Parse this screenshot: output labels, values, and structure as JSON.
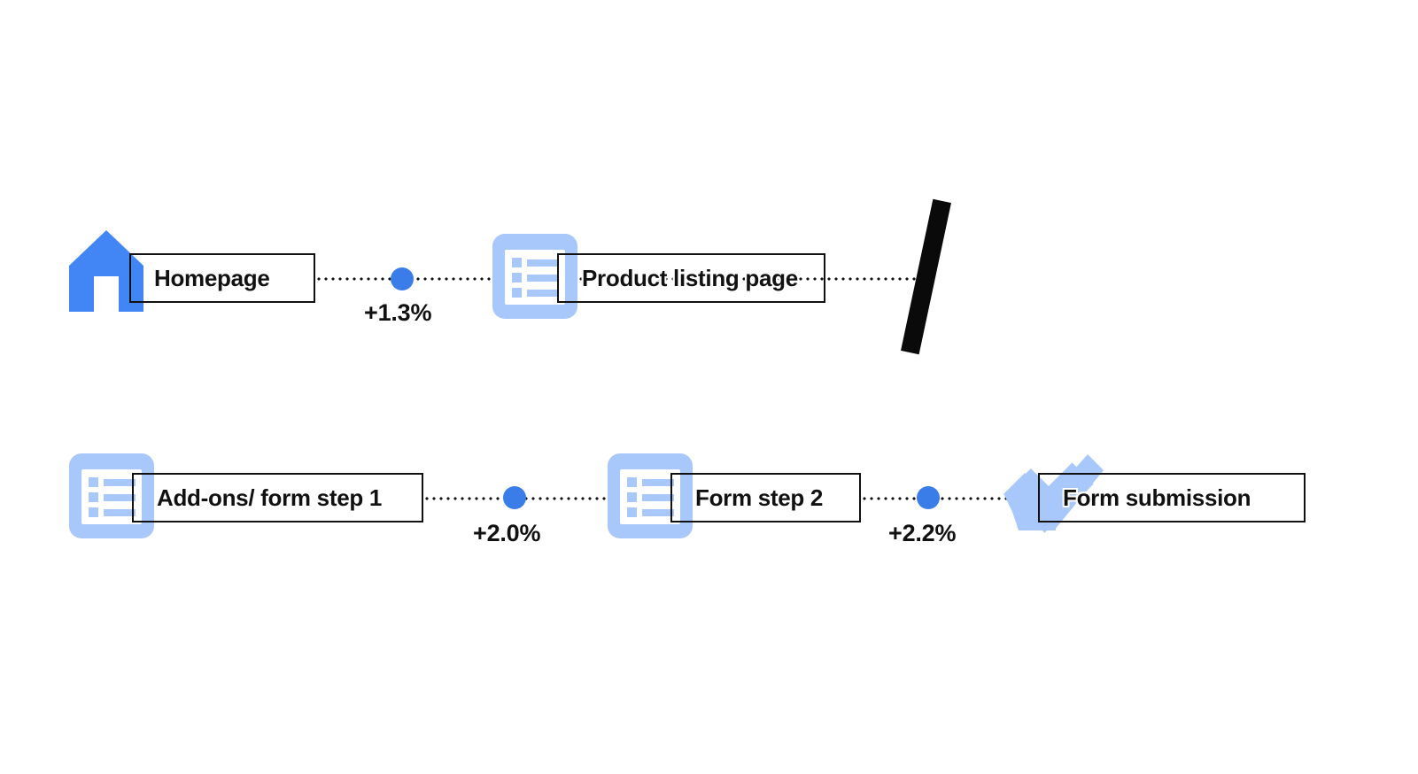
{
  "diagram": {
    "title": "User journey funnel steps with conversion uplift",
    "colors": {
      "icon_primary": "#4285f4",
      "icon_secondary": "#a8c7fa",
      "dot": "#3b7de8",
      "line": "#111111",
      "box_border": "#111111",
      "text": "#111111",
      "slash": "#0a0a0a",
      "background": "#ffffff"
    },
    "rows": [
      {
        "name": "row-1",
        "steps": [
          {
            "id": "homepage",
            "label": "Homepage",
            "icon": "home-icon"
          },
          {
            "id": "product-listing-page",
            "label": "Product listing page",
            "icon": "list-document-icon"
          }
        ],
        "connectors": [
          {
            "id": "uplift-1",
            "value": "+1.3%"
          }
        ],
        "end_marker": "diagonal-slash-break-icon"
      },
      {
        "name": "row-2",
        "steps": [
          {
            "id": "add-ons-form-step-1",
            "label": "Add-ons/ form step 1",
            "icon": "list-document-icon"
          },
          {
            "id": "form-step-2",
            "label": "Form step 2",
            "icon": "list-document-icon"
          },
          {
            "id": "form-submission",
            "label": "Form submission",
            "icon": "checkmark-icon"
          }
        ],
        "connectors": [
          {
            "id": "uplift-2",
            "value": "+2.0%"
          },
          {
            "id": "uplift-3",
            "value": "+2.2%"
          }
        ]
      }
    ]
  }
}
